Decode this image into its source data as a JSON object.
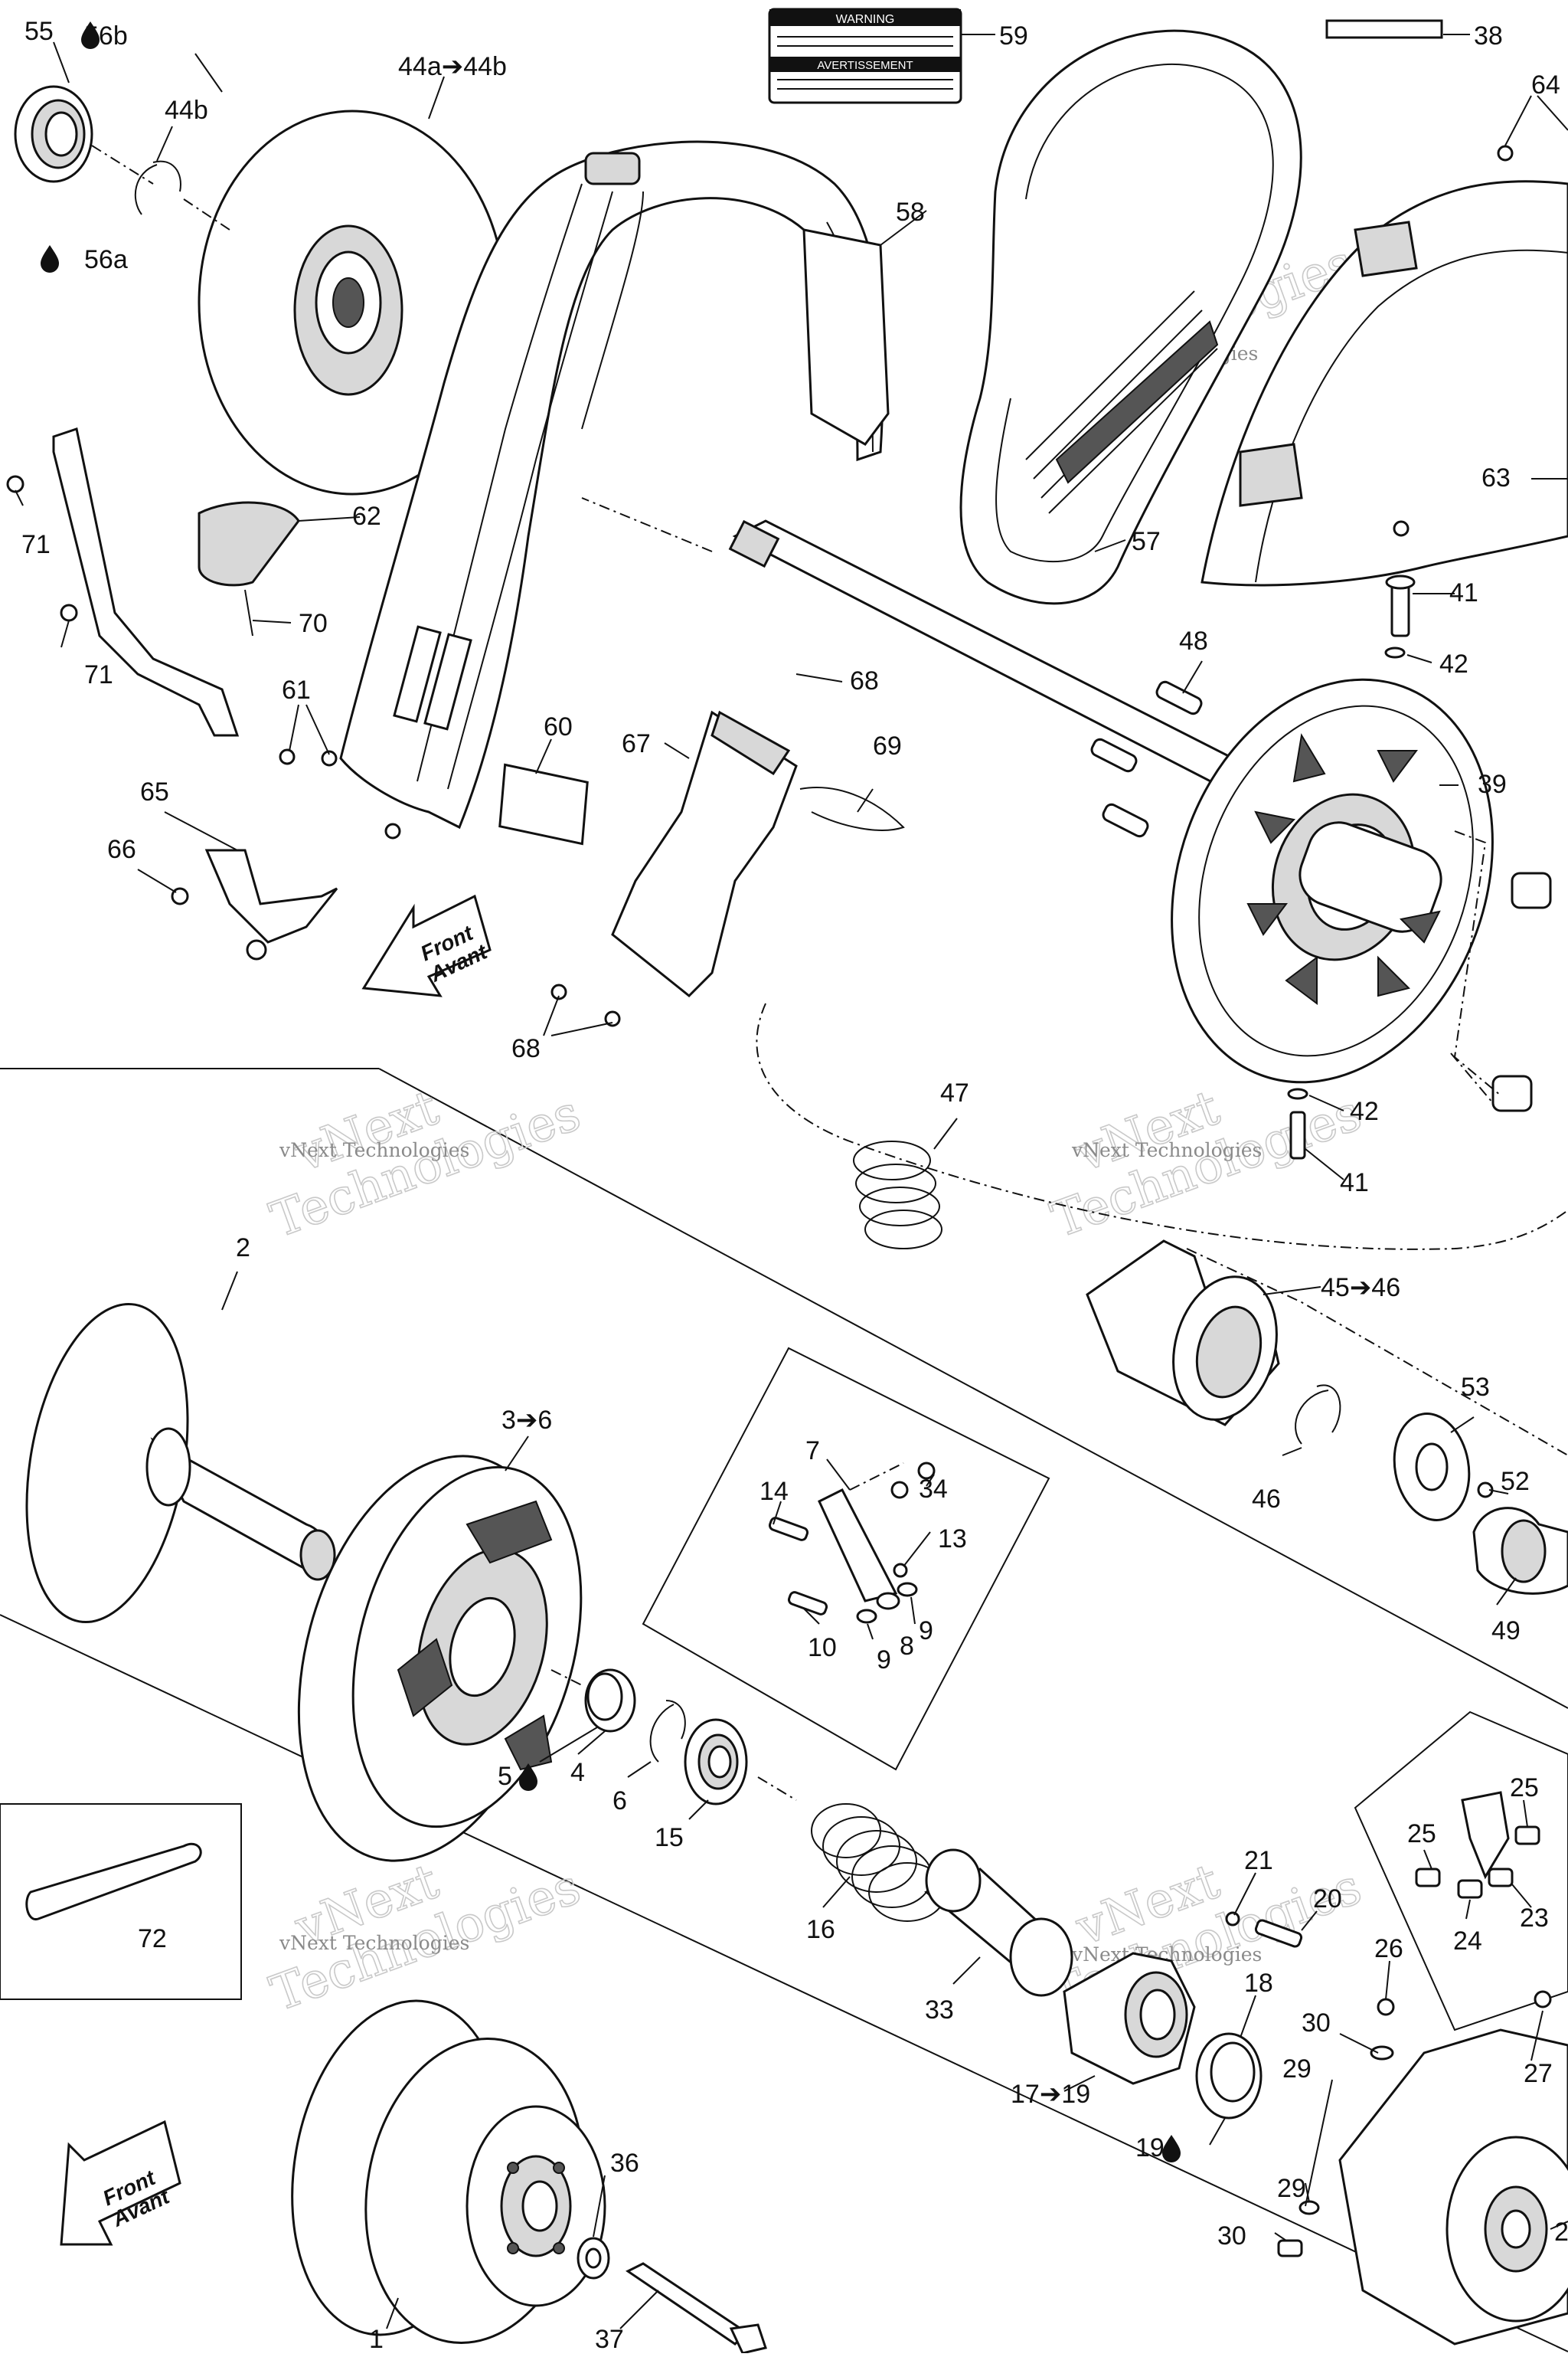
{
  "diagram": {
    "watermark": [
      "vNext",
      "Technologies",
      "vNext Technologies"
    ],
    "labels": {
      "l55": "55",
      "l56b": "56b",
      "l56a": "56a",
      "l44a44b": "44a➔44b",
      "l44b": "44b",
      "l59": "59",
      "l38": "38",
      "l64": "64",
      "l58": "58",
      "l62": "62",
      "l71a": "71",
      "l70": "70",
      "l71b": "71",
      "l61": "61",
      "l60": "60",
      "l67": "67",
      "l68a": "68",
      "l69": "69",
      "l57": "57",
      "l63": "63",
      "l41a": "41",
      "l42a": "42",
      "l48": "48",
      "l39": "39",
      "l65": "65",
      "l66": "66",
      "l68b": "68",
      "l42b": "42",
      "l41b": "41",
      "l47": "47",
      "l45": "45➔46",
      "l2": "2",
      "l36": "3➔6",
      "l7": "7",
      "l14": "14",
      "l34": "34",
      "l13": "13",
      "l10": "10",
      "l9a": "9",
      "l8": "8",
      "l9b": "9",
      "l53": "53",
      "l52": "52",
      "l46": "46",
      "l49": "49",
      "l5": "5",
      "l4": "4",
      "l6": "6",
      "l15": "15",
      "l72": "72",
      "l16": "16",
      "l33": "33",
      "l21": "21",
      "l20": "20",
      "l18": "18",
      "l1719": "17➔19",
      "l19": "19",
      "l25a": "25",
      "l25b": "25",
      "l23": "23",
      "l24": "24",
      "l26": "26",
      "l30a": "30",
      "l29a": "29",
      "l27": "27",
      "l29b": "29",
      "l30b": "30",
      "l36b": "36",
      "l37": "37",
      "l1": "1",
      "l2r": "2"
    },
    "front_text": [
      "Front",
      "Avant"
    ],
    "warning_text": [
      "WARNING",
      "AVERTISSEMENT"
    ],
    "colors": {
      "line": "#111111",
      "shade": "#d8d8d8",
      "watermark": "#c9c9c9"
    }
  }
}
